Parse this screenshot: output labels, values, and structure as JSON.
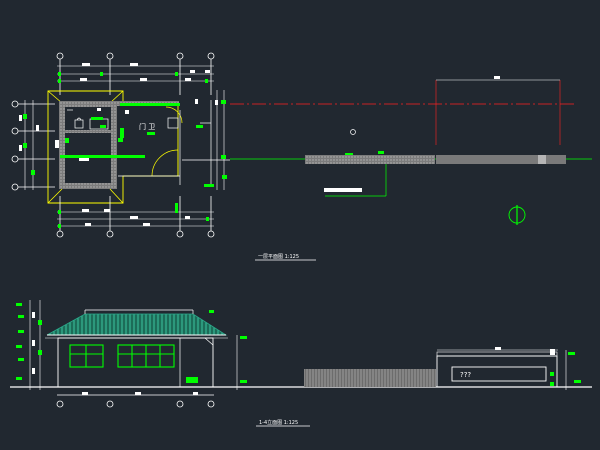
{
  "drawing": {
    "plan_caption": "一层平面图 1:125",
    "elevation_caption": "1-4立面图 1:125",
    "sign_text": "???",
    "room_label": "门 卫"
  },
  "colors": {
    "background": "#212830",
    "line": "#ffffff",
    "dim": "#00ff00",
    "axis": "#ff2020",
    "wall": "#9a9a9a",
    "outline": "#ffff00",
    "roof": "#2aa88a"
  },
  "legend": {
    "north_arrow": "north-arrow-icon"
  }
}
